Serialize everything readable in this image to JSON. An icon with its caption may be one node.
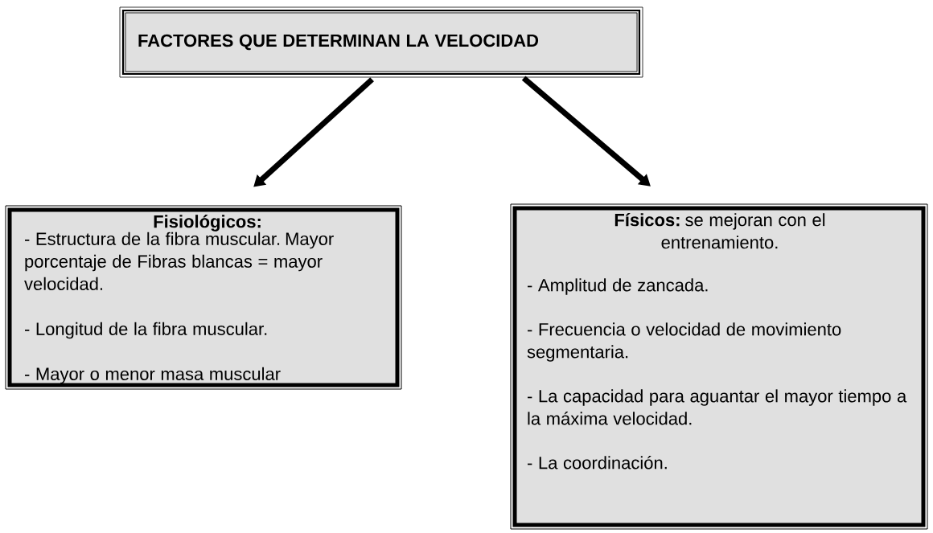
{
  "diagram": {
    "nodes": [
      {
        "text": [
          "FACTORES QUE DETERMINAN LA VELOCIDAD"
        ]
      },
      {
        "text": [
          "Fisiológicos:",
          "- Estructura de la fibra muscular. Mayor porcentaje de Fibras blancas = mayor velocidad.",
          "- Longitud de la fibra muscular.",
          "- Mayor o menor masa muscular"
        ]
      },
      {
        "text": [
          "**Físicos:** se mejoran con el entrenamiento.",
          "-  Amplitud de zancada.",
          "- Frecuencia o velocidad de movimiento segmentaria.",
          "- La capacidad para aguantar el mayor tiempo a la máxima velocidad.",
          "- La coordinación."
        ]
      }
    ],
    "edges": [
      {
        "from": 0,
        "to": 1,
        "arrow": "to"
      },
      {
        "from": 0,
        "to": 2,
        "arrow": "to"
      }
    ]
  }
}
